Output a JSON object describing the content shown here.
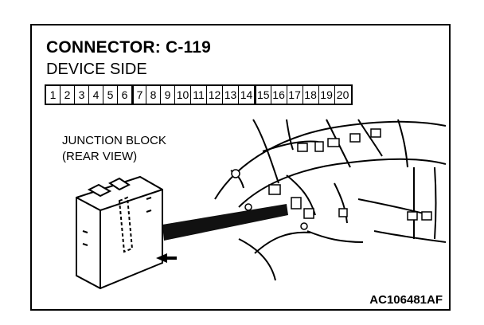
{
  "header": {
    "title": "CONNECTOR: C-119",
    "subtitle": "DEVICE SIDE"
  },
  "connector": {
    "pins": [
      "1",
      "2",
      "3",
      "4",
      "5",
      "6",
      "7",
      "8",
      "9",
      "10",
      "11",
      "12",
      "13",
      "14",
      "15",
      "16",
      "17",
      "18",
      "19",
      "20"
    ]
  },
  "junction_block": {
    "line1": "JUNCTION BLOCK",
    "line2": "(REAR VIEW)"
  },
  "figure_id": "AC106481AF"
}
